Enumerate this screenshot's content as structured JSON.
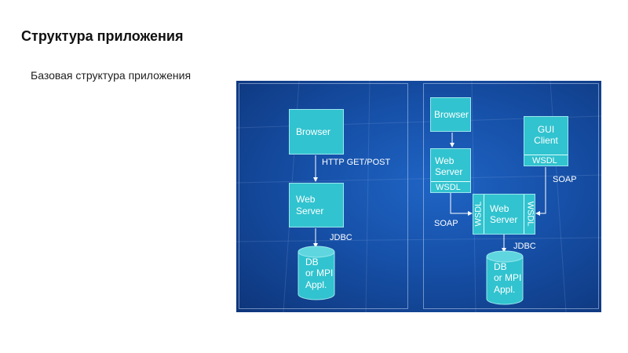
{
  "slide": {
    "title": "Структура приложения",
    "subtitle": "Базовая структура приложения"
  },
  "left_diagram": {
    "browser": "Browser",
    "web_server": "Web\nServer",
    "http_label": "HTTP GET/POST",
    "jdbc_label": "JDBC",
    "db": "DB\nor MPI\nAppl."
  },
  "right_diagram": {
    "browser": "Browser",
    "web_server_top": "Web\nServer",
    "wsdl_top": "WSDL",
    "gui_client": "GUI\nClient",
    "wsdl_gui": "WSDL",
    "soap_right": "SOAP",
    "soap_left": "SOAP",
    "web_server_center": "Web\nServer",
    "wsdl_left": "WSDL",
    "wsdl_right": "WSDL",
    "jdbc_label": "JDBC",
    "db": "DB\nor MPI\nAppl."
  },
  "colors": {
    "node_fill": "#31c3cf",
    "background": "#1650a8",
    "text": "#ffffff"
  }
}
